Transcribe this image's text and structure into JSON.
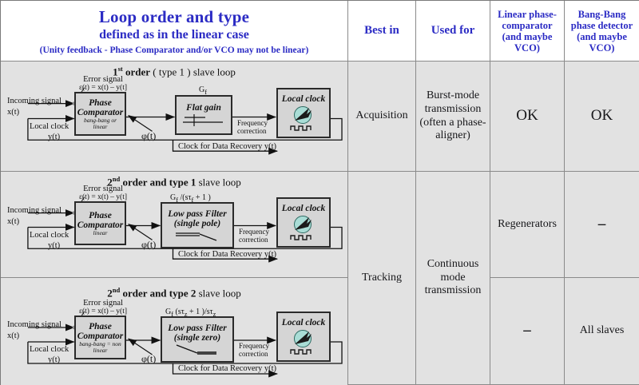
{
  "title": {
    "line1": "Loop order and type",
    "line2": "defined as in the linear case",
    "line3": "(Unity feedback  - Phase Comparator and/or VCO may not be linear)"
  },
  "headers": {
    "best_in": "Best in",
    "used_for": "Used for",
    "linear_pc": "Linear phase-comparator (and maybe VCO)",
    "bangbang_pd": "Bang-Bang phase detector (and maybe VCO)"
  },
  "common": {
    "incoming_signal": "Incoming signal",
    "x_of_t": "x(t)",
    "local_clock_fb": "Local clock",
    "y_of_t": "y(t)",
    "error_signal": "Error signal",
    "error_eq": "ε(t) = x(t) – y(t]",
    "phi": "φ(t)",
    "freq_corr_l1": "Frequency",
    "freq_corr_l2": "correction",
    "clock_recovery": "Clock for Data Recovery y(t)",
    "local_clock_block": "Local clock",
    "phase_cmp_l1": "Phase",
    "phase_cmp_l2": "Comparator"
  },
  "rows": [
    {
      "title_bold": "1",
      "title_sup": "st",
      "title_bold2": " order",
      "title_rest": " ( type 1 ) slave loop",
      "pc_sub": "bang-bang or\nlinear",
      "filter_gain": "G<sub>f</sub>",
      "filter_l1": "Flat gain",
      "filter_l2": "",
      "filter_icon": "flat-gain",
      "best_in": "Acquisition",
      "used_for": "Burst-mode transmission (often a phase-aligner)",
      "linear_pc": "OK",
      "bangbang_pd": "OK"
    },
    {
      "title_bold": "2",
      "title_sup": "nd",
      "title_bold2": " order and  type 1",
      "title_rest": "   slave loop",
      "pc_sub": "linear",
      "filter_gain": "G<sub>f</sub> /(sτ<sub>f</sub> + 1 )",
      "filter_l1": "Low pass Filter",
      "filter_l2": "(single pole)",
      "filter_icon": "single-pole",
      "best_in": "Tracking",
      "used_for": "Continuous mode transmission",
      "linear_pc": "Regenerators",
      "bangbang_pd": "–"
    },
    {
      "title_bold": "2",
      "title_sup": "nd",
      "title_bold2": " order and  type 2",
      "title_rest": "  slave loop",
      "pc_sub": "bang-bang = non\nlinear",
      "filter_gain": "G<sub>f</sub> (sτ<sub>z</sub> + 1 )/sτ<sub>z</sub>",
      "filter_l1": "Low pass Filter",
      "filter_l2": "(single zero)",
      "filter_icon": "single-zero",
      "best_in": "",
      "used_for": "",
      "linear_pc": "–",
      "bangbang_pd": "All  slaves"
    }
  ],
  "colors": {
    "title_blue": "#2b2bc4",
    "panel_gray": "#e2e2e2",
    "block_gray": "#d5d5d5",
    "clock_teal": "#a9ddd6",
    "ink": "#17171a"
  }
}
